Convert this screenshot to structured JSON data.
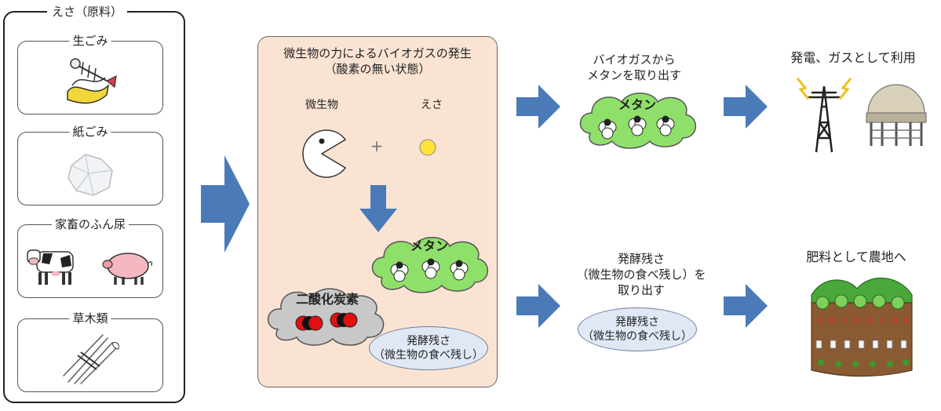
{
  "feedstock": {
    "title": "えさ（原料）",
    "items": [
      {
        "label": "生ごみ"
      },
      {
        "label": "紙ごみ"
      },
      {
        "label": "家畜のふん尿"
      },
      {
        "label": "草木類"
      }
    ]
  },
  "process": {
    "title_line1": "微生物の力によるバイオガスの発生",
    "title_line2": "（酸素の無い状態）",
    "microbe_label": "微生物",
    "food_label": "えさ",
    "plus": "+",
    "methane": "メタン",
    "co2": "二酸化炭素",
    "residue_line1": "発酵残さ",
    "residue_line2": "（微生物の食べ残し）"
  },
  "upper_path": {
    "caption_line1": "バイオガスから",
    "caption_line2": "メタンを取り出す",
    "methane": "メタン",
    "use": "発電、ガスとして利用"
  },
  "lower_path": {
    "caption_line1": "発酵残さ",
    "caption_line2": "（微生物の食べ残し）を",
    "caption_line3": "取り出す",
    "ellipse_line1": "発酵残さ",
    "ellipse_line2": "（微生物の食べ残し）",
    "use": "肥料として農地へ"
  },
  "colors": {
    "arrow": "#4a7ab8",
    "cloud_green": "#8fe06a",
    "cloud_gray": "#c8c8c8",
    "process_bg": "#fbe3d3",
    "ellipse_bg": "#e0e8f5"
  }
}
